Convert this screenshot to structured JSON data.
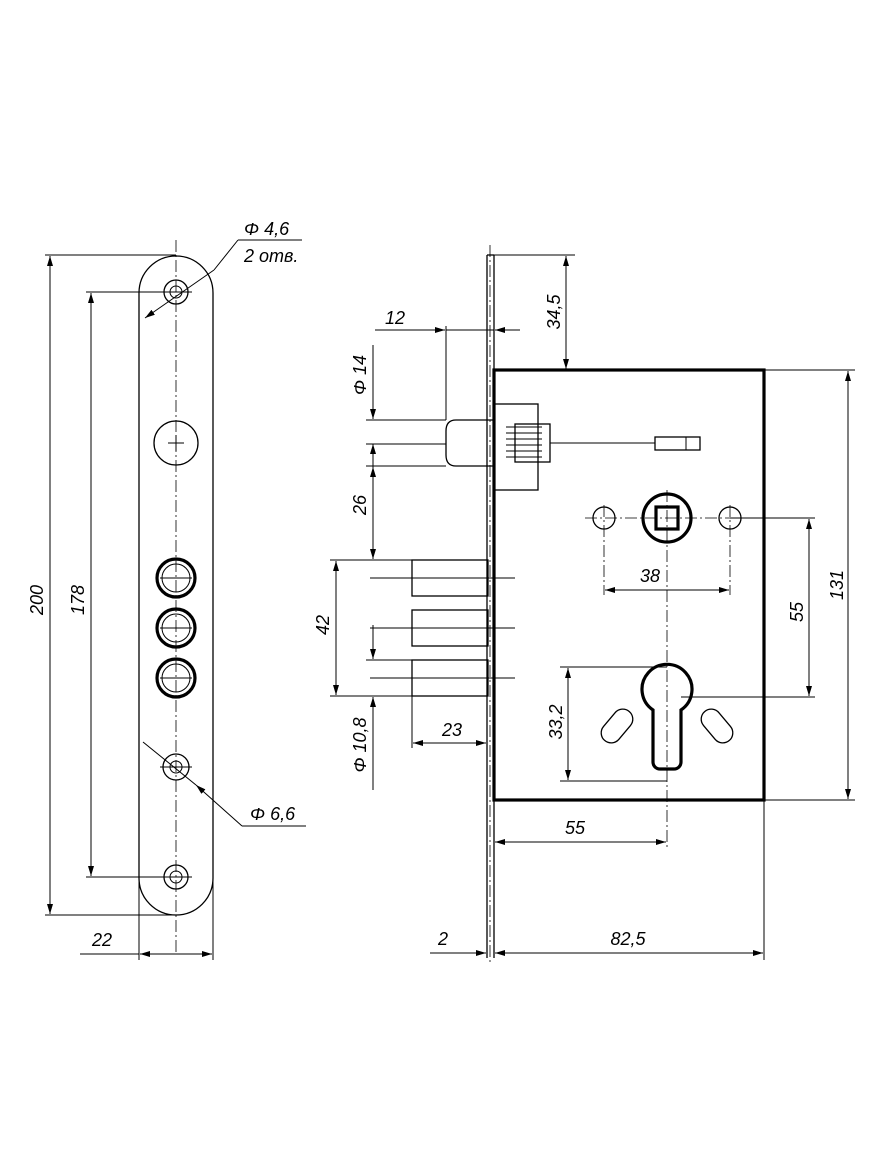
{
  "strike_plate": {
    "hole_small_label": "Φ 4,6",
    "hole_small_count": "2 отв.",
    "hole_large_label": "Φ 6,6",
    "height_total": "200",
    "hole_spacing": "178",
    "width": "22"
  },
  "lock_body": {
    "faceplate_thickness": "2",
    "body_depth": "82,5",
    "top_offset": "34,5",
    "body_height": "131",
    "latch_projection": "12",
    "latch_diameter": "Φ 14",
    "latch_to_bolt": "26",
    "bolt_span": "42",
    "bolt_diameter": "Φ 10,8",
    "bolt_throw": "23",
    "cylinder_height": "33,2",
    "spindle_to_cylinder": "55",
    "handle_hole_spacing": "38",
    "backset": "55"
  }
}
